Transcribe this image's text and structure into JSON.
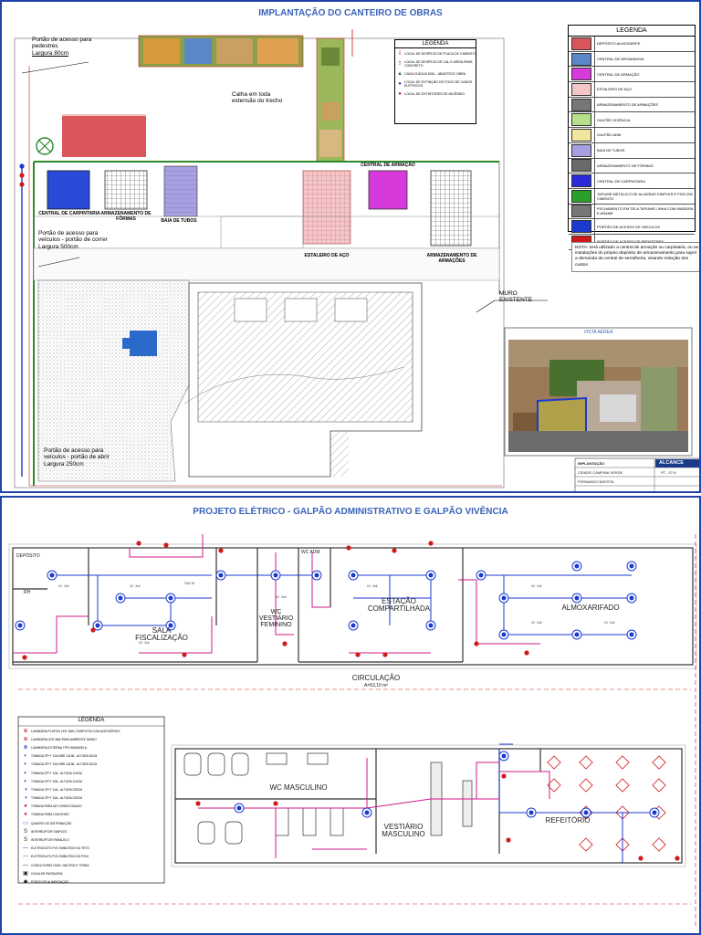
{
  "sheet1": {
    "title": "IMPLANTAÇÃO DO CANTEIRO DE OBRAS",
    "annotations": {
      "gate_pedestrians_line1": "Portão de acesso para",
      "gate_pedestrians_line2": "pedestres",
      "gate_pedestrians_width": "Largura 80cm",
      "gutter_line1": "Calha em toda",
      "gutter_line2": "extensão do trecho",
      "gate_vehicles_line1": "Portão de acesso para",
      "gate_vehicles_line2": "veículos - portão de correr",
      "gate_vehicles_width": "Largura 500cm",
      "gate_vehicles2_line1": "Portão de acesso para",
      "gate_vehicles2_line2": "veículos - portão de abrir",
      "gate_vehicles2_width": "Largura 250cm",
      "wall_line1": "MURO",
      "wall_line2": "EXISTENTE"
    },
    "site_labels": {
      "carpentry": "CENTRAL DE CARPINTARIA",
      "forms_storage": "ARMAZENAMENTO DE FÔRMAS",
      "tubes_bay": "BAIA DE TUBOS",
      "steel_yard": "ESTALEIRO DE AÇO",
      "armor_central": "CENTRAL DE ARMAÇÃO",
      "armor_storage": "ARMAZENAMENTO DE ARMAÇÕES"
    },
    "small_legend": {
      "title": "LEGENDA",
      "items": [
        {
          "icon": "⇩",
          "color": "#b0109a",
          "text": "LOCAL DE DESPEJO DE PLACA DE CIMENTO"
        },
        {
          "icon": "⇧",
          "color": "#b0109a",
          "text": "LOCAL DE DESPEJO DE CAL E AREIA PARA CONCRETO"
        },
        {
          "icon": "▲",
          "color": "#2a7a2a",
          "text": "CAIXA D'ÁGUA 500L - ABASTECE OBRA"
        },
        {
          "icon": "●",
          "color": "#1a3ad0",
          "text": "LOCAL DE EXTINÇÃO DE FOGO DE CABOS ELÉTRICOS"
        },
        {
          "icon": "●",
          "color": "#d01a1a",
          "text": "LOCAL DE EXTINTORES DE INCÊNDIO"
        }
      ]
    },
    "main_legend": {
      "title": "LEGENDA",
      "items": [
        {
          "color": "#d9575b",
          "text": "DEPÓSITO ALMOXARIFE"
        },
        {
          "color": "#5b87c9",
          "text": "CENTRAL DE ARGAMASSA"
        },
        {
          "color": "#d63adb",
          "text": "CENTRAL DE ARMAÇÃO"
        },
        {
          "color": "#f4c6c8",
          "text": "ESTALEIRO DE AÇO"
        },
        {
          "color": "#777777",
          "text": "ARMAZENAMENTO DE ARMAÇÕES"
        },
        {
          "color": "#b7e08a",
          "text": "GALPÃO VIVÊNCIA"
        },
        {
          "color": "#f2e5a0",
          "text": "GALPÃO ADM"
        },
        {
          "color": "#a7a0e0",
          "text": "BAIA DE TUBOS"
        },
        {
          "color": "#6a6a6a",
          "text": "ARMAZENAMENTO DE FÔRMAS"
        },
        {
          "color": "#2a2ad8",
          "text": "CENTRAL DE CARPINTARIA"
        },
        {
          "color": "#2aa02a",
          "text": "TAPUME METÁLICO DE ALUMÍNIO SIMPLES E PISO EM CIMENTO"
        },
        {
          "color": "#777777",
          "text": "FECHAMENTO EM TELA TAPUME LINHA COM MADEIRA E ARAME"
        },
        {
          "color": "#1a3ad0",
          "text": "PORTÃO DE ACESSO DE VEÍCULOS"
        },
        {
          "color": "#d01a1a",
          "text": "PORTÃO DE ACESSO DE PEDESTRES"
        }
      ]
    },
    "note": "NOTA: será utilizado a central de armação ou carpintaria, ou as instalações do próprio depósito de armazenamento para suprir a demanda da central de serralheria, visando redução dos custos",
    "aerial_title": "VISTA AÉREA",
    "title_block": {
      "company": "ALCANCE",
      "field1": "IMPLANTAÇÃO",
      "field2": "CIDADE CAMPINA VERDE",
      "field3": "PT - 07 A",
      "field4": "FERNANDO BATISTA"
    }
  },
  "sheet2": {
    "title": "PROJETO ELÉTRICO - GALPÃO ADMINISTRATIVO E GALPÃO VIVÊNCIA",
    "rooms_top": {
      "deposito": "DEPÓSITO",
      "rh": "RH",
      "sala_fisc": "SALA FISCALIZAÇÃO",
      "wc_fem": "WC VESTIÁRIO FEMININO",
      "wc_adm": "WC ADM",
      "estacao": "ESTAÇÃO COMPARTILHADA",
      "almox": "ALMOXARIFADO",
      "circulacao": "CIRCULAÇÃO",
      "circulacao_area": "A=53,10 m²"
    },
    "rooms_bottom": {
      "wc_masc": "WC MASCULINO",
      "vest_masc": "VESTIÁRIO MASCULINO",
      "refeitorio": "REFEITÓRIO"
    },
    "legend": {
      "title": "LEGENDA",
      "items": [
        {
          "icon": "⊕",
          "color": "#c81a1a",
          "text": "LUMINÁRIA PLAFON LED 18W, COMPLETA COM ACESSÓRIOS"
        },
        {
          "icon": "⊕",
          "color": "#c81a1a",
          "text": "LUMINÁRIA LED 36W PARA AMBIENTE ÚMIDO"
        },
        {
          "icon": "⊗",
          "color": "#1a3ad0",
          "text": "LUMINÁRIA EXTERNA TIPO ARANDELA"
        },
        {
          "icon": "◐",
          "color": "#1a3ad0",
          "text": "TOMADA 2P+T 10A NBR 14136 - ALTURA 30CM"
        },
        {
          "icon": "◐",
          "color": "#1a3ad0",
          "text": "TOMADA 2P+T 20A NBR 14136 - ALTURA 30CM"
        },
        {
          "icon": "◐",
          "color": "#1a3ad0",
          "text": "TOMADA 2P+T 10A - ALTURA 110CM"
        },
        {
          "icon": "◐",
          "color": "#1a3ad0",
          "text": "TOMADA 2P+T 20A - ALTURA 110CM"
        },
        {
          "icon": "◑",
          "color": "#1a3ad0",
          "text": "TOMADA 2P+T 10A - ALTURA 220CM"
        },
        {
          "icon": "◑",
          "color": "#1a3ad0",
          "text": "TOMADA 2P+T 20A - ALTURA 220CM"
        },
        {
          "icon": "●",
          "color": "#d01a1a",
          "text": "TOMADA PARA AR CONDICIONADO"
        },
        {
          "icon": "●",
          "color": "#d01a1a",
          "text": "TOMADA PARA CHUVEIRO"
        },
        {
          "icon": "▭",
          "color": "#1a3ad0",
          "text": "QUADRO DE DISTRIBUIÇÃO"
        },
        {
          "icon": "S",
          "color": "#222222",
          "text": "INTERRUPTOR SIMPLES"
        },
        {
          "icon": "S",
          "color": "#222222",
          "text": "INTERRUPTOR PARALELO"
        },
        {
          "icon": "—",
          "color": "#1a3ad0",
          "text": "ELETRODUTO PVC EMBUTIDO NO TETO"
        },
        {
          "icon": "—",
          "color": "#d01a8a",
          "text": "ELETRODUTO PVC EMBUTIDO NO PISO"
        },
        {
          "icon": "—",
          "color": "#222222",
          "text": "CONDUTORES FASE, NEUTRO E TERRA"
        },
        {
          "icon": "▣",
          "color": "#222222",
          "text": "CAIXA DE PASSAGEM"
        },
        {
          "icon": "◆",
          "color": "#222222",
          "text": "PONTO DE ALIMENTAÇÃO"
        }
      ]
    }
  }
}
